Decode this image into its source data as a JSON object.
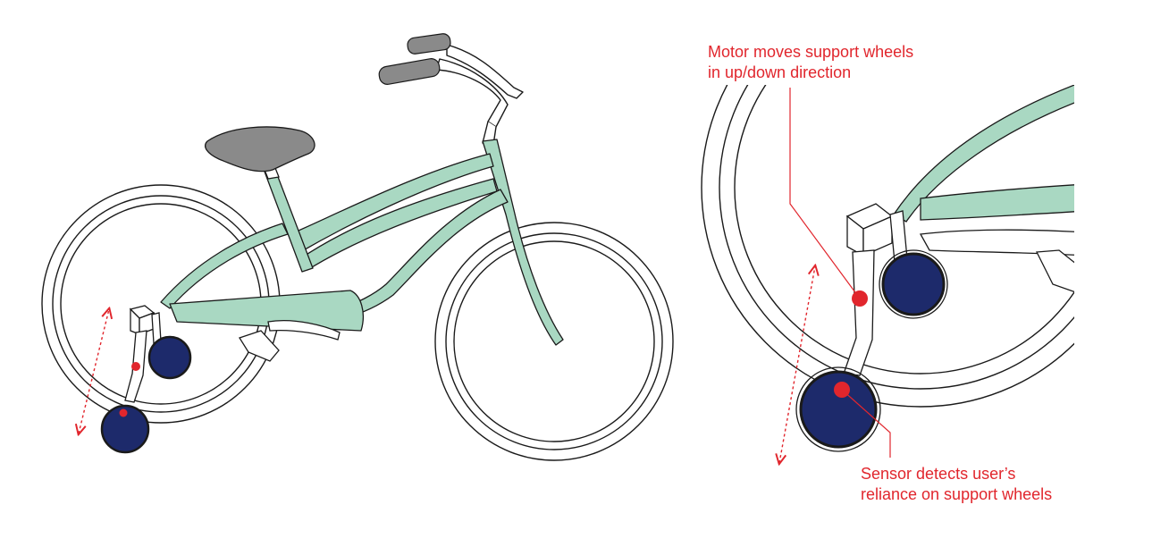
{
  "annotations": {
    "motor": {
      "line1": "Motor moves support wheels",
      "line2": "in up/down direction"
    },
    "sensor": {
      "line1": "Sensor detects user’s",
      "line2": "reliance on support wheels"
    }
  },
  "colors": {
    "frame": "#a9d8c2",
    "support_wheel": "#1d2a6b",
    "accent": "#e1262d",
    "saddle_grip": "#8a8a8a",
    "outline": "#1a1a1a"
  }
}
